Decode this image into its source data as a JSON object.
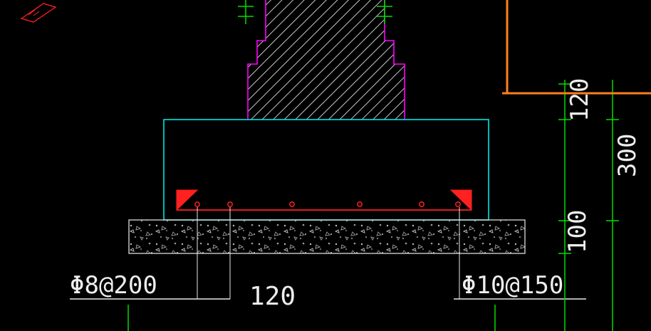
{
  "canvas": {
    "width": "914",
    "height": "465"
  },
  "labels": {
    "rebar_bottom_left": "Φ8@200",
    "dim_bottom_center": "120",
    "rebar_bottom_right": "Φ10@150",
    "dim_right_top": "120",
    "dim_right_middle": "300",
    "dim_right_bottom": "100"
  },
  "colors": {
    "background": "#000000",
    "grid_green": "#00dd00",
    "wall_outline_magenta": "#ff00ff",
    "footing_cyan": "#00e5e5",
    "rebar_red": "#ff2020",
    "viewport_orange": "#ff7f1e",
    "annotation_white": "#ededed",
    "hatch_gray": "#c8c8c8"
  },
  "icons": {
    "revision_tag": "slanted-rectangle-marker",
    "grid_tick": "double-dash-break-mark"
  }
}
